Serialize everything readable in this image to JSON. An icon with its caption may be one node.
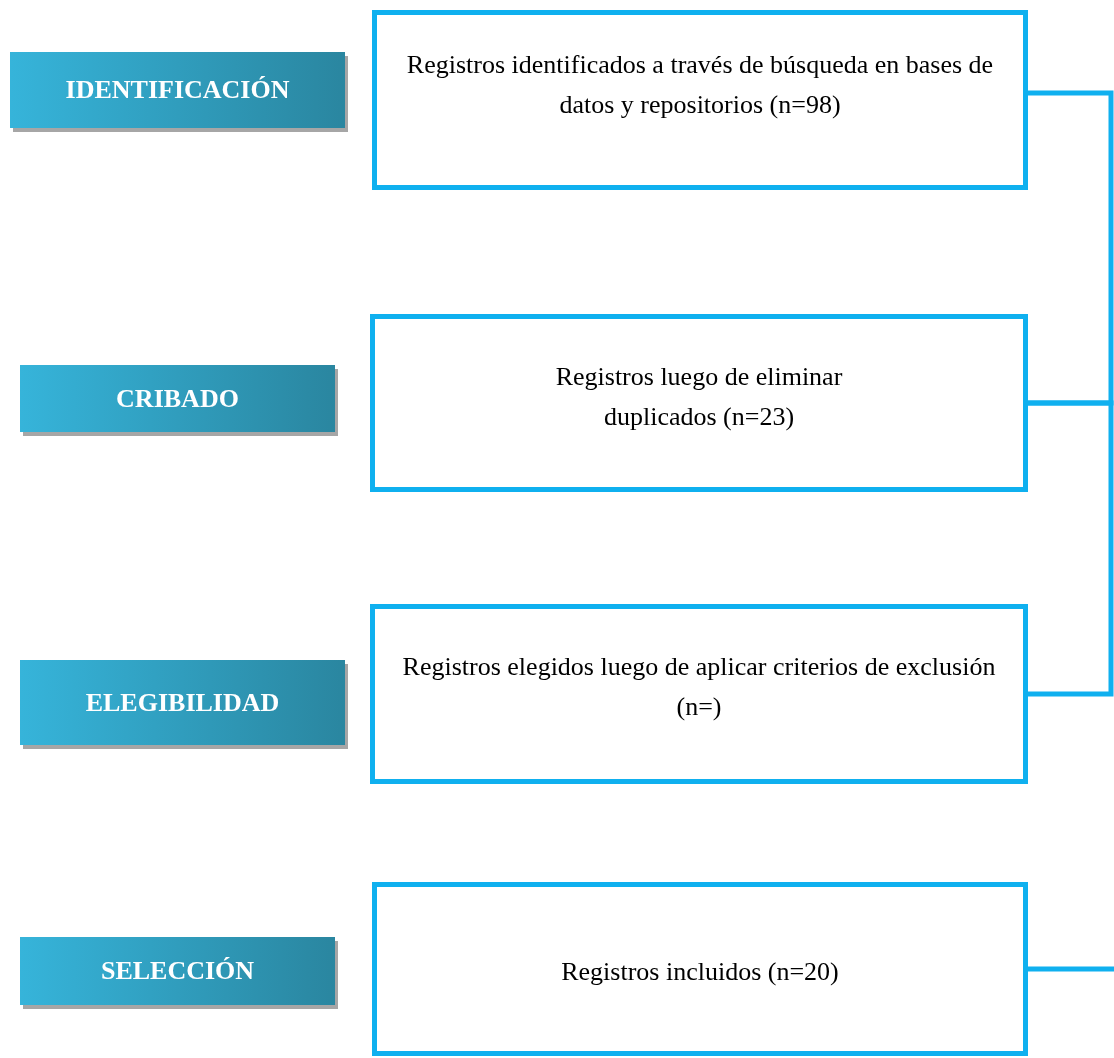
{
  "diagram": {
    "nodes": [
      {
        "text": [
          "IDENTIFICACIÓN"
        ]
      },
      {
        "text": [
          "Registros identificados a través de búsqueda en bases de datos y repositorios (n=98)"
        ]
      },
      {
        "text": [
          "CRIBADO"
        ]
      },
      {
        "text": [
          "Registros luego de eliminar duplicados (n=23)"
        ]
      },
      {
        "text": [
          "ELEGIBILIDAD"
        ]
      },
      {
        "text": [
          "Registros elegidos luego de aplicar criterios de exclusión  (n=)"
        ]
      },
      {
        "text": [
          "SELECCIÓN"
        ]
      },
      {
        "text": [
          "Registros incluidos (n=20)"
        ]
      }
    ],
    "edges": [
      {
        "from": 1,
        "to": 3,
        "arrow": "none"
      },
      {
        "from": 3,
        "to": 5,
        "arrow": "none"
      },
      {
        "from": 7,
        "to": null,
        "arrow": "none"
      }
    ]
  }
}
